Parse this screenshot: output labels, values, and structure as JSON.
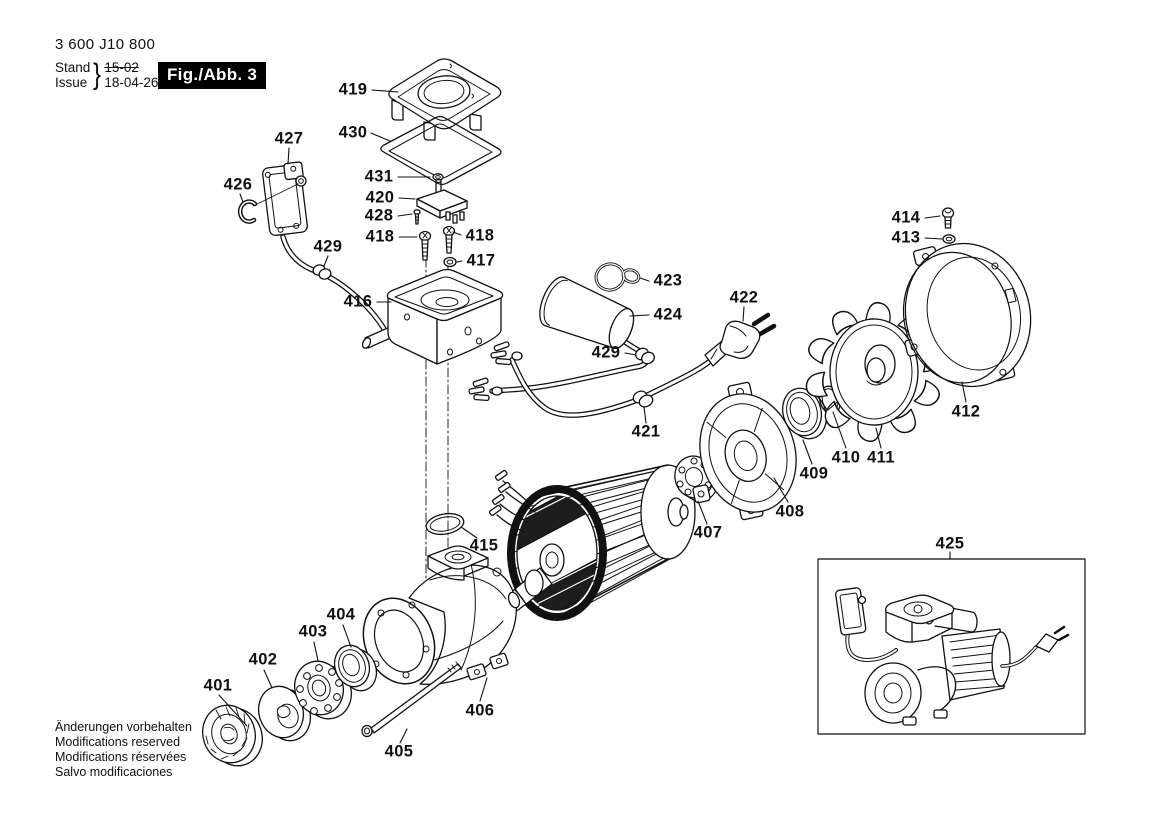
{
  "header": {
    "type_number": "3 600 J10 800",
    "stand_label": "Stand",
    "issue_label": "Issue",
    "brace": "}",
    "stand_value": "15-02",
    "issue_value": "18-04-26",
    "figure_badge": "Fig./Abb. 3"
  },
  "footer": {
    "lines": [
      "Änderungen vorbehalten",
      "Modifications reserved",
      "Modifications réservées",
      "Salvo modificaciones"
    ]
  },
  "part_labels": {
    "401": "401",
    "402": "402",
    "403": "403",
    "404": "404",
    "405": "405",
    "406": "406",
    "407": "407",
    "408": "408",
    "409": "409",
    "410": "410",
    "411": "411",
    "412": "412",
    "413": "413",
    "414": "414",
    "415": "415",
    "416": "416",
    "417": "417",
    "418a": "418",
    "418b": "418",
    "419": "419",
    "420": "420",
    "421": "421",
    "422": "422",
    "423": "423",
    "424": "424",
    "425": "425",
    "426": "426",
    "427": "427",
    "428": "428",
    "429a": "429",
    "429b": "429",
    "430": "430",
    "431": "431"
  },
  "colors": {
    "ink": "#111111",
    "badge_bg": "#000000",
    "badge_fg": "#ffffff",
    "paper": "#ffffff"
  }
}
